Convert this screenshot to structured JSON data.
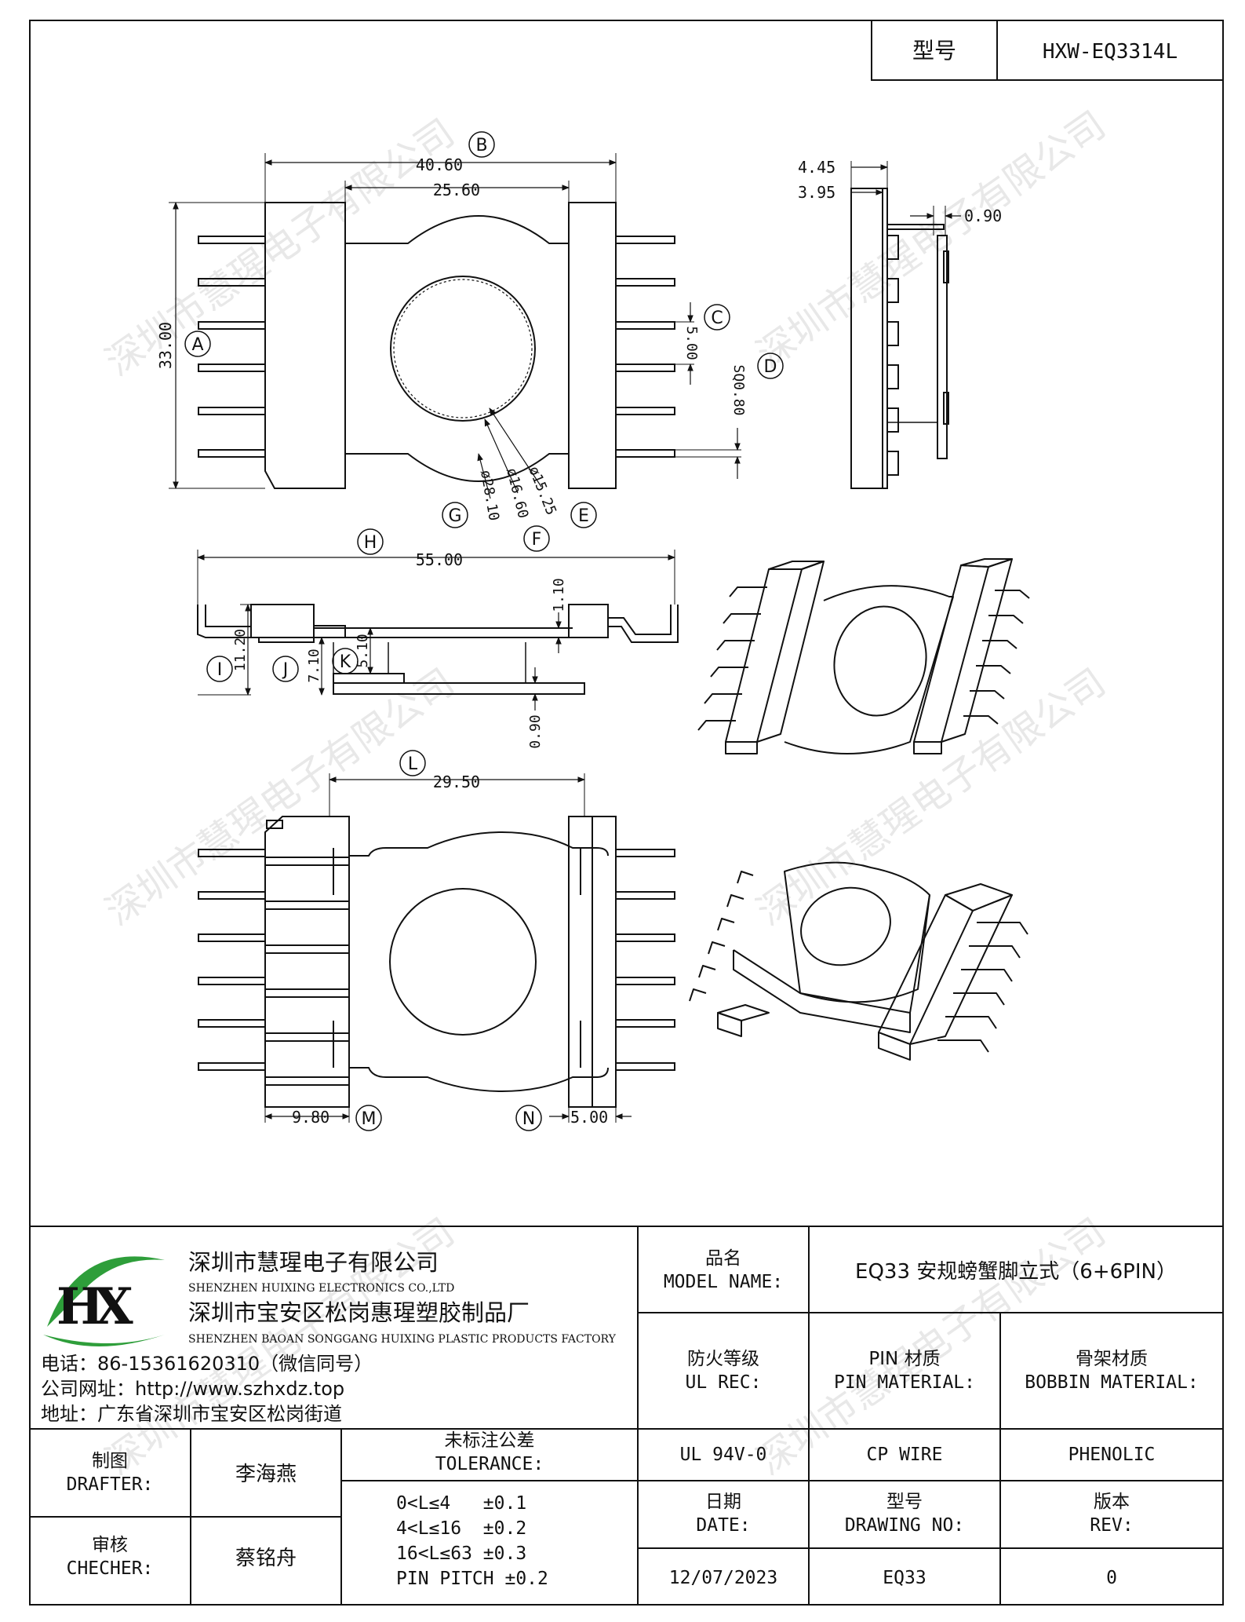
{
  "header": {
    "model_label": "型号",
    "model_value": "HXW-EQ3314L"
  },
  "watermark": "深圳市慧瑆电子有限公司",
  "dimensions": {
    "b_outer": "40.60",
    "b_inner": "25.60",
    "a_height": "33.00",
    "c_pitch": "5.00",
    "d_pin": "SQ0.80",
    "e_dia": "ø15.25",
    "f_dia": "ø16.60",
    "g_dia": "ø28.10",
    "side_445": "4.45",
    "side_395": "3.95",
    "side_090": "0.90",
    "h_width": "55.00",
    "h_110": "1.10",
    "i_height": "11.20",
    "j_height": "7.10",
    "k_height": "5.10",
    "h_090": "0.90",
    "l_width": "29.50",
    "m_width": "9.80",
    "n_width": "5.00"
  },
  "callouts": {
    "a": "A",
    "b": "B",
    "c": "C",
    "d": "D",
    "e": "E",
    "f": "F",
    "g": "G",
    "h": "H",
    "i": "I",
    "j": "J",
    "k": "K",
    "l": "L",
    "m": "M",
    "n": "N"
  },
  "company": {
    "name_cn": "深圳市慧瑆电子有限公司",
    "name_en": "SHENZHEN HUIXING ELECTRONICS CO.,LTD",
    "factory_cn": "深圳市宝安区松岗惠瑆塑胶制品厂",
    "factory_en": "SHENZHEN BAOAN SONGGANG HUIXING PLASTIC PRODUCTS FACTORY",
    "phone": "电话：86-15361620310（微信同号）",
    "website": "公司网址：http://www.szhxdz.top",
    "address": "地址：广东省深圳市宝安区松岗街道",
    "logo_letter_h": "H",
    "logo_letter_x": "X",
    "colors": {
      "logo_green": "#2e9e3a",
      "logo_yellow": "#e6c200"
    }
  },
  "title_block": {
    "model_name_cn": "品名",
    "model_name_en": "MODEL NAME:",
    "model_name_value": "EQ33 安规螃蟹脚立式（6+6PIN）",
    "ul_cn": "防火等级",
    "ul_en": "UL REC:",
    "pin_cn": "PIN 材质",
    "pin_en": "PIN MATERIAL:",
    "bobbin_cn": "骨架材质",
    "bobbin_en": "BOBBIN MATERIAL:",
    "ul_value": "UL 94V-0",
    "pin_value": "CP WIRE",
    "bobbin_value": "PHENOLIC",
    "drafter_cn": "制图",
    "drafter_en": "DRAFTER:",
    "drafter_name": "李海燕",
    "checker_cn": "审核",
    "checker_en": "CHECHER:",
    "checker_name": "蔡铭舟",
    "tolerance_cn": "未标注公差",
    "tolerance_en": "TOLERANCE:",
    "tolerance_lines": [
      "0<L≤4   ±0.1",
      "4<L≤16  ±0.2",
      "16<L≤63 ±0.3",
      "PIN PITCH ±0.2"
    ],
    "date_cn": "日期",
    "date_en": "DATE:",
    "drawing_cn": "型号",
    "drawing_en": "DRAWING NO:",
    "rev_cn": "版本",
    "rev_en": "REV:",
    "date_value": "12/07/2023",
    "drawing_value": "EQ33",
    "rev_value": "0"
  }
}
